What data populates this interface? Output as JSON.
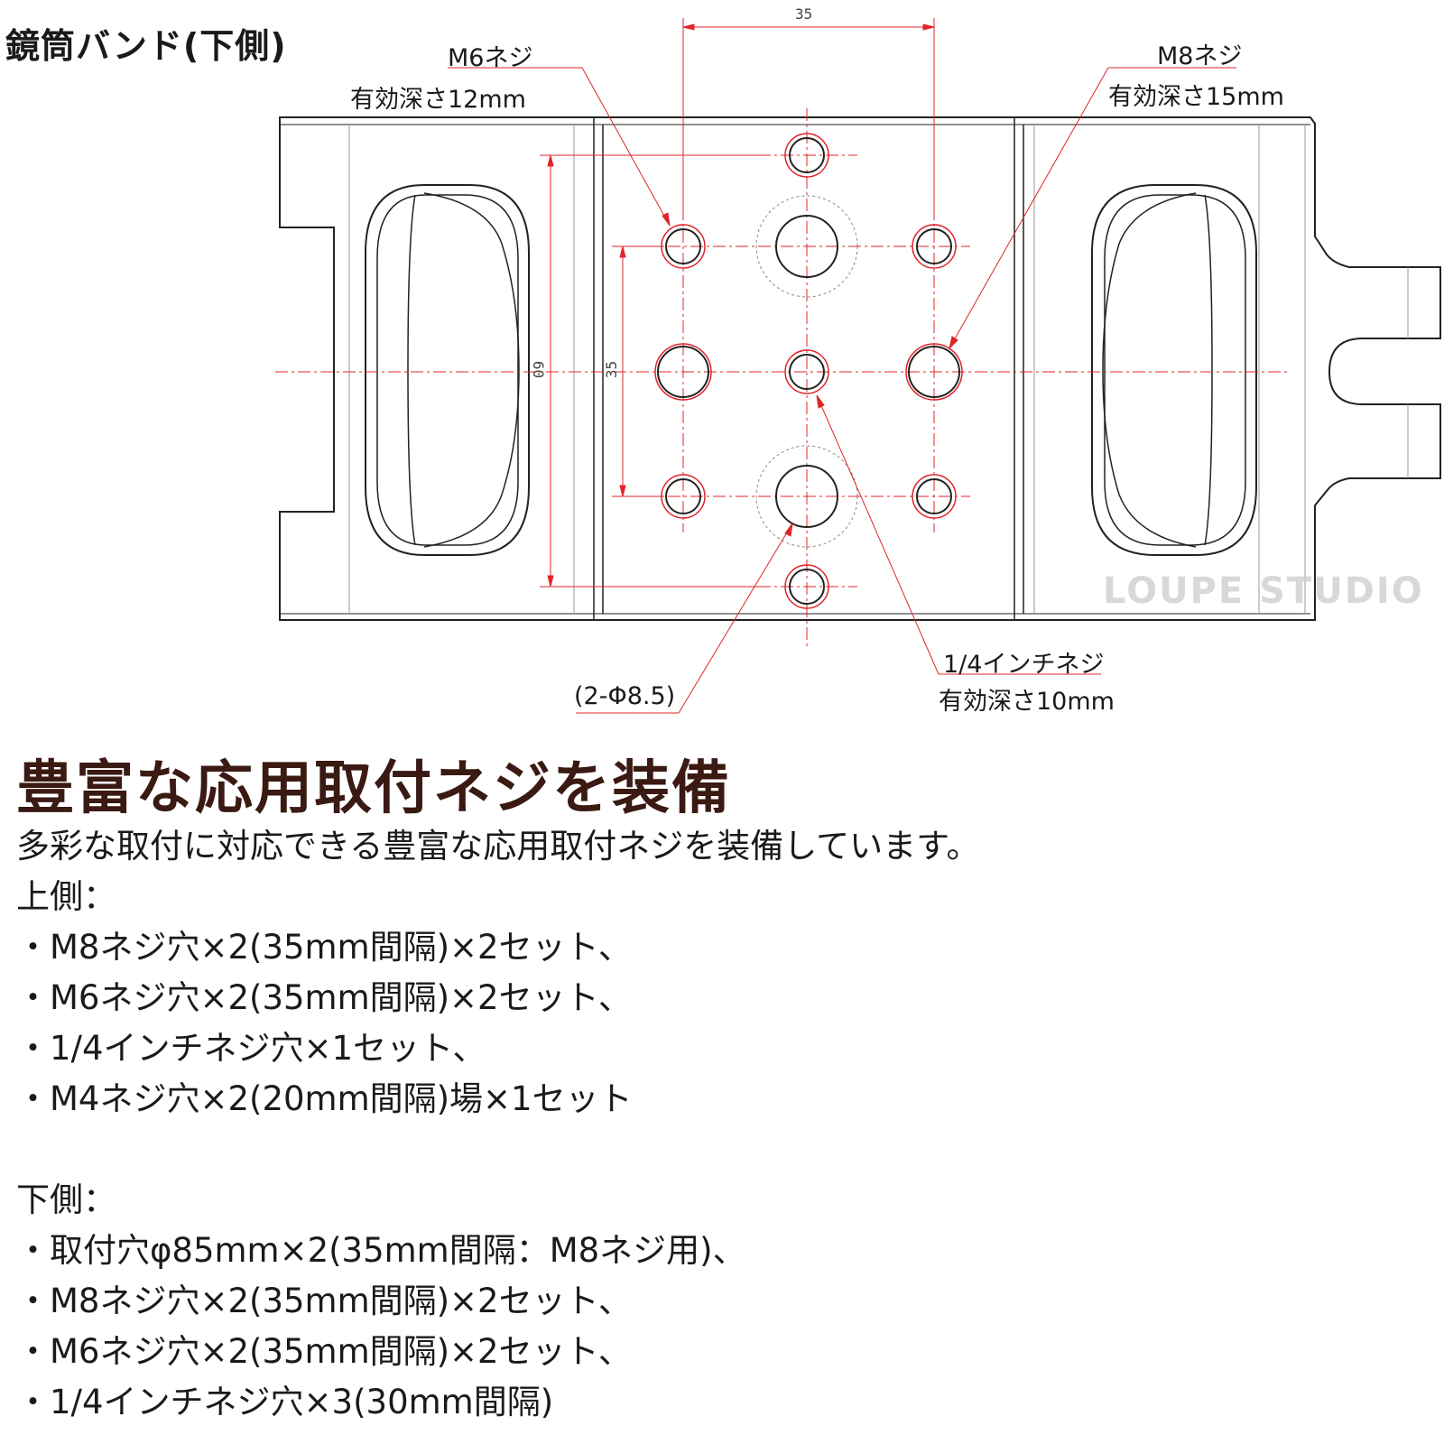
{
  "diagram": {
    "title": "鏡筒バンド(下側)",
    "dim_horizontal": "35",
    "dim_vertical_outer": "60",
    "dim_vertical_inner": "35",
    "callouts": {
      "m6_name": "M6ネジ",
      "m6_depth": "有効深さ12mm",
      "m8_name": "M8ネジ",
      "m8_depth": "有効深さ15mm",
      "quarter_name": "1/4インチネジ",
      "quarter_depth": "有効深さ10mm",
      "through_hole": "(2-Φ8.5)"
    },
    "watermark": "LOUPE STUDIO"
  },
  "heading": "豊富な応用取付ネジを装備",
  "description": "多彩な取付に対応できる豊富な応用取付ネジを装備しています。",
  "upper_side": {
    "label": "上側：",
    "items": [
      "・M8ネジ穴×2(35mm間隔)×2セット、",
      "・M6ネジ穴×2(35mm間隔)×2セット、",
      "・1/4インチネジ穴×1セット、",
      "・M4ネジ穴×2(20mm間隔)場×1セット"
    ]
  },
  "lower_side": {
    "label": "下側：",
    "items": [
      "・取付穴φ85mm×2(35mm間隔：M8ネジ用)、",
      "・M8ネジ穴×2(35mm間隔)×2セット、",
      "・M6ネジ穴×2(35mm間隔)×2セット、",
      "・1/4インチネジ穴×3(30mm間隔)"
    ]
  }
}
